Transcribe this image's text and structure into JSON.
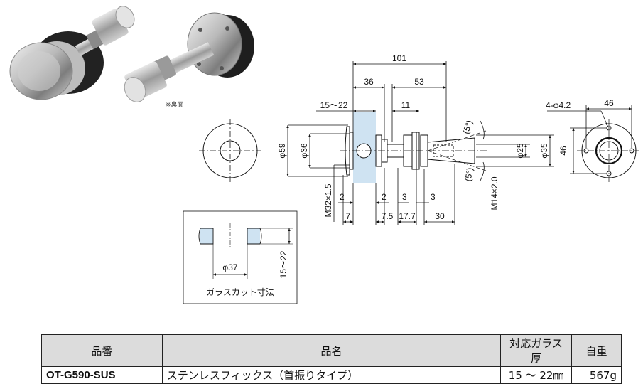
{
  "photo_note": "※裏面",
  "inset_caption": "ガラスカット寸法",
  "dimensions": {
    "overall_length": "101",
    "left_section": "36",
    "right_section": "53",
    "glass_thickness": "15～22",
    "washer_width": "11",
    "phi59": "φ59",
    "phi36": "φ36",
    "thread_main": "M32×1.5",
    "gap_left": "2",
    "gap_right": "2",
    "nut_left": "3",
    "nut_right": "3",
    "bottom_7": "7",
    "bottom_7_5": "7.5",
    "bottom_17_7": "17.7",
    "bottom_30": "30",
    "angle_top": "(5°)",
    "angle_bottom": "(5°)",
    "thread_stud": "M14×2.0",
    "phi25": "φ25",
    "phi35": "φ35",
    "holes": "4-φ4.2",
    "flange_w": "46",
    "flange_h": "46",
    "cut_diameter": "φ37",
    "cut_thickness": "15～22"
  },
  "table": {
    "headers": [
      "品番",
      "品名",
      "対応ガラス厚",
      "自重"
    ],
    "rows": [
      [
        "OT-G590-SUS",
        "ステンレスフィックス（首振りタイプ）",
        "15 ～ 22㎜",
        "567g"
      ]
    ]
  }
}
